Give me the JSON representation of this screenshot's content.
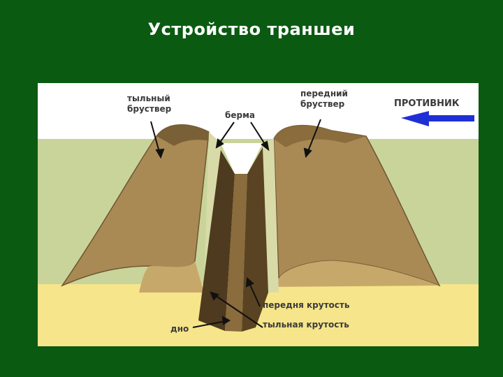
{
  "slide": {
    "title": "Устройство траншеи"
  },
  "diagram": {
    "labels": {
      "rear_parapet_line1": "тыльный",
      "rear_parapet_line2": "бруствер",
      "front_parapet_line1": "передний",
      "front_parapet_line2": "бруствер",
      "berm": "берма",
      "enemy": "ПРОТИВНИК",
      "front_slope": "передня крутость",
      "rear_slope": "тыльная крутость",
      "bottom": "дно"
    },
    "colors": {
      "background": "#0b5a12",
      "sky": "#ffffff",
      "grass": "#c9d49a",
      "sand": "#f6e58a",
      "parapet": "#a98a55",
      "parapet_dark": "#6f5530",
      "trench_wall_dark": "#4e3a1e",
      "arrow_blue": "#1f2fd6"
    },
    "icons": [
      "enemy-direction-arrow-icon"
    ]
  }
}
